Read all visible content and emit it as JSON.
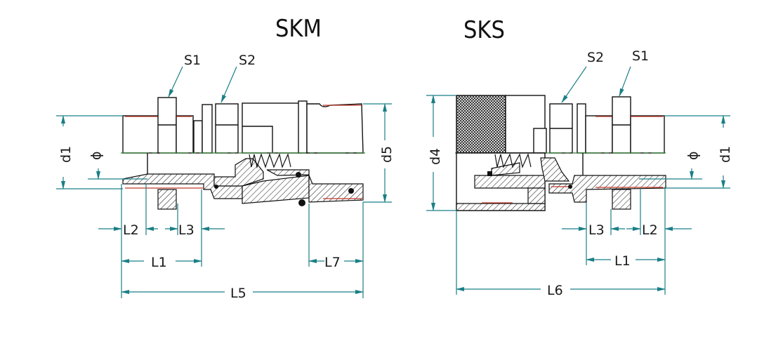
{
  "titles": {
    "left": "SKM",
    "right": "SKS"
  },
  "left": {
    "s1": "S1",
    "s2": "S2",
    "d1": "d1",
    "phi": "ϕ",
    "d5": "d5",
    "l2": "L2",
    "l3": "L3",
    "l1": "L1",
    "l7": "L7",
    "l5": "L5"
  },
  "right": {
    "s1": "S1",
    "s2": "S2",
    "d1": "d1",
    "phi": "ϕ",
    "d4": "d4",
    "l2": "L2",
    "l3": "L3",
    "l1": "L1",
    "l6": "L6"
  },
  "colors": {
    "dimension": "#1a7f86",
    "thread": "#c0392b",
    "centerline": "#2e7d32"
  }
}
